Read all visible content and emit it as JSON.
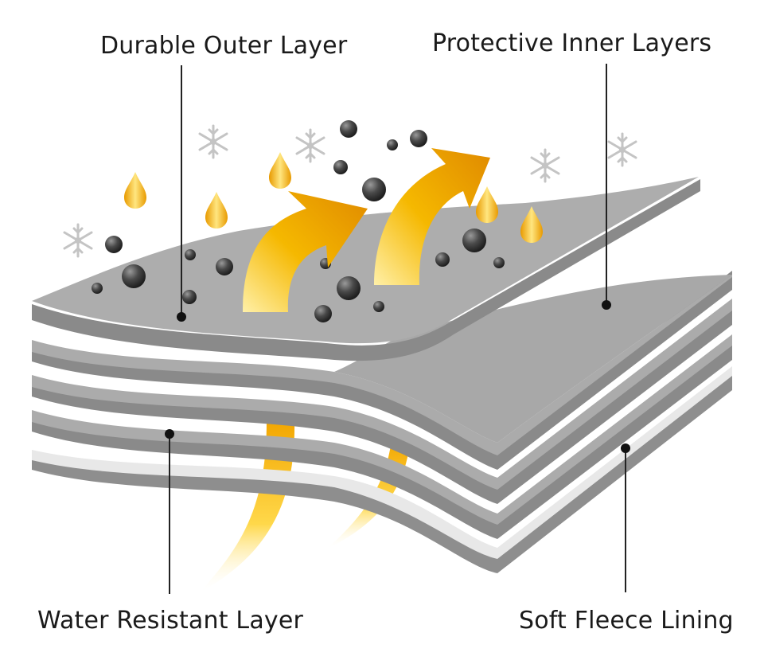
{
  "labels": {
    "durable_outer_layer": "Durable Outer Layer",
    "protective_inner_layers": "Protective Inner Layers",
    "water_resistant_layer": "Water Resistant Layer",
    "soft_fleece_lining": "Soft Fleece Lining"
  },
  "colors": {
    "fabric": "#a9a9a9",
    "fabric_edge": "#8a8a8a",
    "fleece": "#e6e6e6",
    "arrow_warm": "#f2a200",
    "arrow_light": "#ffe27a",
    "particle": "#4a4a4a",
    "snowflake": "#c8c8c8",
    "leader_line": "#222222"
  },
  "icons": [
    "snowflake-icon",
    "water-drop-icon",
    "dust-particle-icon",
    "airflow-arrow-icon"
  ]
}
